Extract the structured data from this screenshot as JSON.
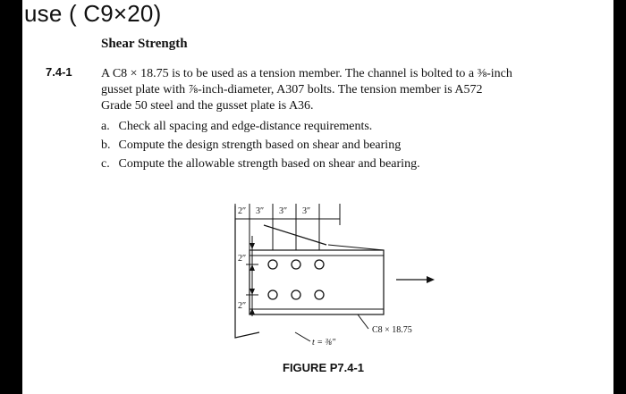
{
  "header": {
    "title": "use ( C9×20)"
  },
  "section": {
    "title": "Shear Strength"
  },
  "problem": {
    "number": "7.4-1",
    "lines": [
      "A C8 × 18.75 is to be used as a tension member. The channel is bolted to a ⅜-inch",
      "gusset plate with ⅞-inch-diameter, A307 bolts. The tension member is A572",
      "Grade 50 steel and the gusset plate is A36."
    ],
    "items": [
      {
        "label": "a.",
        "text": "Check all spacing and edge-distance requirements."
      },
      {
        "label": "b.",
        "text": "Compute the design strength based on shear and bearing"
      },
      {
        "label": "c.",
        "text": "Compute the allowable strength based on shear and bearing."
      }
    ]
  },
  "figure": {
    "top_dims": [
      "2″",
      "3″",
      "3″",
      "3″"
    ],
    "side_dims": [
      "2″",
      "2″"
    ],
    "member_label": "C8 × 18.75",
    "thickness_label": "t = ⅜″",
    "caption": "FIGURE P7.4-1"
  }
}
